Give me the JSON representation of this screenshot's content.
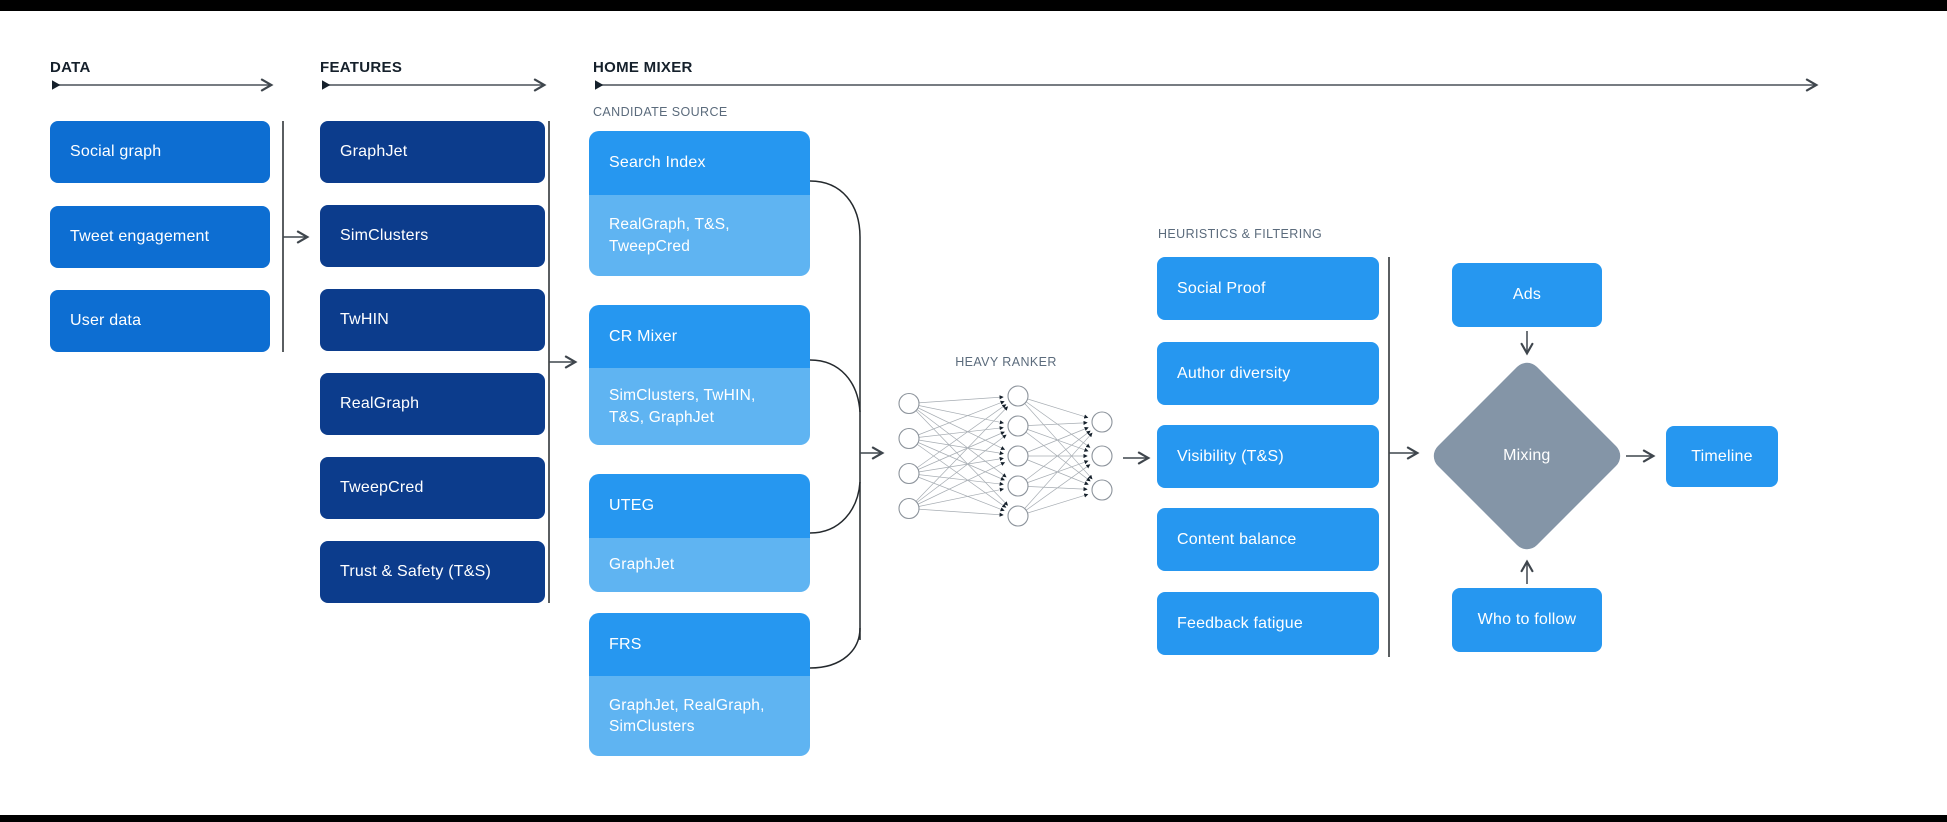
{
  "colors": {
    "data_box": "#0D6ED2",
    "features_box": "#0C3C8C",
    "primary_blue_box": "#2697F0",
    "secondary_blue_box": "#5FB4F2",
    "mixing_diamond": "#8495A7",
    "header_text": "#15202B",
    "subheader_text": "#5B6B7C",
    "connector_line": "#3F464D",
    "background": "#FFFFFF",
    "frame_bar": "#000000"
  },
  "sections": {
    "data": {
      "label": "DATA",
      "items": [
        "Social graph",
        "Tweet engagement",
        "User data"
      ]
    },
    "features": {
      "label": "FEATURES",
      "items": [
        "GraphJet",
        "SimClusters",
        "TwHIN",
        "RealGraph",
        "TweepCred",
        "Trust & Safety (T&S)"
      ]
    },
    "home_mixer": {
      "label": "HOME MIXER",
      "candidate_source": {
        "label": "CANDIDATE SOURCE",
        "items": [
          {
            "name": "Search Index",
            "sources": "RealGraph, T&S, TweepCred"
          },
          {
            "name": "CR Mixer",
            "sources": "SimClusters, TwHIN, T&S, GraphJet"
          },
          {
            "name": "UTEG",
            "sources": "GraphJet"
          },
          {
            "name": "FRS",
            "sources": "GraphJet, RealGraph, SimClusters"
          }
        ]
      },
      "heavy_ranker": {
        "label": "HEAVY RANKER",
        "network_layers": [
          4,
          5,
          3
        ]
      },
      "heuristics": {
        "label": "HEURISTICS & FILTERING",
        "items": [
          "Social Proof",
          "Author diversity",
          "Visibility (T&S)",
          "Content balance",
          "Feedback fatigue"
        ]
      },
      "mixing_stage": {
        "ads": "Ads",
        "mixing": "Mixing",
        "who_to_follow": "Who to follow",
        "timeline": "Timeline"
      }
    }
  }
}
